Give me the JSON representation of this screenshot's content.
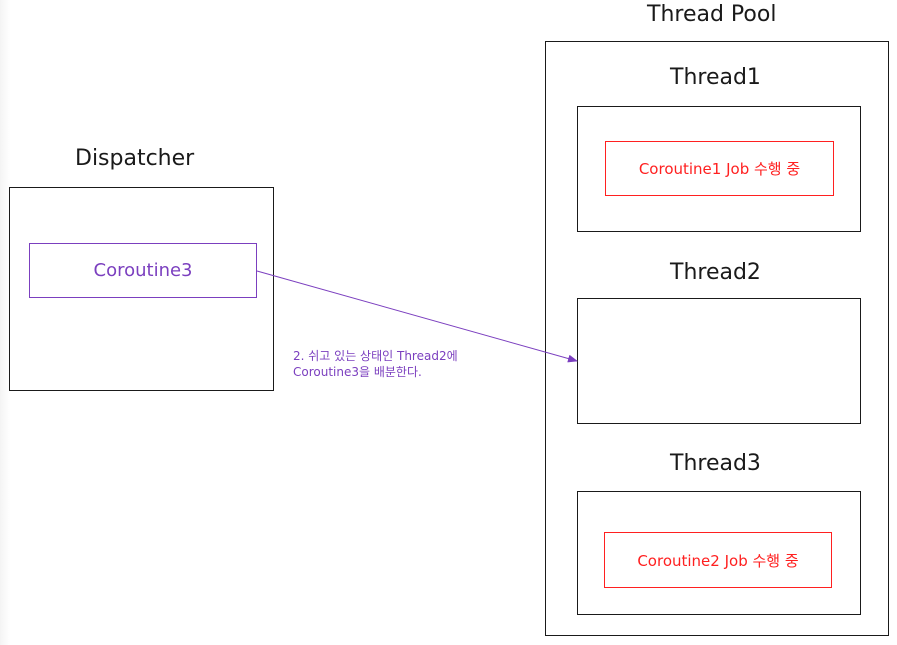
{
  "thread_pool": {
    "title": "Thread Pool",
    "threads": [
      {
        "label": "Thread1",
        "job": "Coroutine1 Job 수행 중"
      },
      {
        "label": "Thread2",
        "job": ""
      },
      {
        "label": "Thread3",
        "job": "Coroutine2 Job 수행 중"
      }
    ]
  },
  "dispatcher": {
    "title": "Dispatcher",
    "coroutine": "Coroutine3"
  },
  "annotation": {
    "line1": "2. 쉬고 있는 상태인 Thread2에",
    "line2": "Coroutine3을 배분한다."
  },
  "colors": {
    "running_job": "#ff2020",
    "dispatch": "#7b3fbf",
    "outline": "#1a1a1a"
  }
}
